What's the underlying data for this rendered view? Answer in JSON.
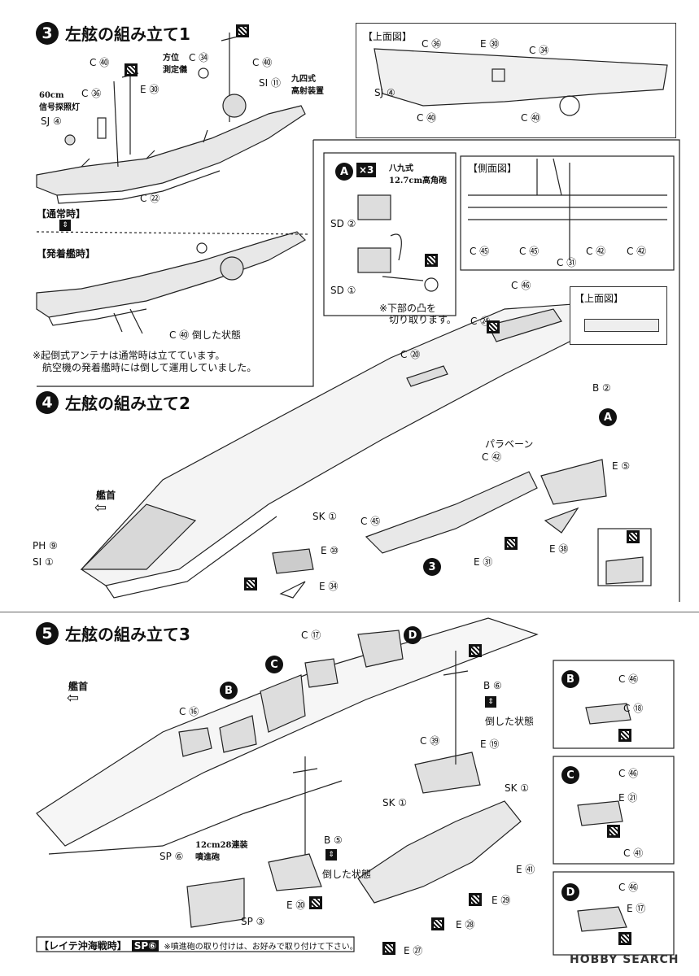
{
  "step3": {
    "number": "3",
    "title": "左舷の組み立て1",
    "labels": {
      "c40a": "C ㊵",
      "c36": "C ㊱",
      "e30": "E ㉚",
      "c34": "C ㉞",
      "c40b": "C ㊵",
      "houi": "方位\n測定儀",
      "lamp": "60cm\n信号探照灯",
      "sj4": "SJ ④",
      "c22": "C ㉒",
      "si11": "SI ⑪",
      "kyuyon": "九四式\n高射装置",
      "c40c": "C ㊵ 倒した状態"
    },
    "normal": "【通常時】",
    "launch": "【発着艦時】",
    "note": "※起倒式アンテナは通常時は立てています。\n　航空機の発着艦時には倒して運用していました。"
  },
  "topview": {
    "title": "【上面図】",
    "labels": {
      "c36": "C ㊱",
      "e30": "E ㉚",
      "c34": "C ㉞",
      "sj4": "SJ ④",
      "c40a": "C ㊵",
      "c40b": "C ㊵"
    }
  },
  "subA": {
    "letter": "A",
    "times": "×3",
    "name": "八九式\n12.7cm高角砲",
    "sd2": "SD ②",
    "sd1": "SD ①",
    "note": "※下部の凸を\n　切り取ります。"
  },
  "sideview": {
    "title": "【側面図】",
    "c45a": "C ㊺",
    "c45b": "C ㊺",
    "c42a": "C ㊷",
    "c42b": "C ㊷",
    "c31": "C ㉛"
  },
  "step4": {
    "number": "4",
    "title": "左舷の組み立て2",
    "labels": {
      "c46": "C ㊻",
      "c24": "C ㉔",
      "topview": "【上面図】",
      "c20": "C ⑳",
      "b2": "B ②",
      "a": "A",
      "parabane": "パラベーン",
      "c42": "C ㊷",
      "e5": "E ⑤",
      "kanshu": "艦首",
      "sk1": "SK ①",
      "c45": "C ㊺",
      "e10": "E ⑩",
      "e34": "E ㉞",
      "ph9": "PH ⑨",
      "si1": "SI ①",
      "e31": "E ㉛",
      "e38": "E ㊳",
      "sub3": "3"
    }
  },
  "step5": {
    "number": "5",
    "title": "左舷の組み立て3",
    "labels": {
      "c17": "C ⑰",
      "d": "D",
      "c": "C",
      "b": "B",
      "c16": "C ⑯",
      "b6": "B ⑥",
      "b6state": "倒した状態",
      "c39": "C ㊴",
      "e19": "E ⑲",
      "sk1a": "SK ①",
      "sk1b": "SK ①",
      "kanshu": "艦首",
      "rocket": "12cm28連装\n噴進砲",
      "sp6": "SP ⑥",
      "sp3": "SP ③",
      "b5": "B ⑤",
      "b5state": "倒した状態",
      "e20": "E ⑳",
      "e41": "E ㊶",
      "e29": "E ㉙",
      "e28": "E ㉘",
      "e27": "E ㉗"
    },
    "footer_tag": "【レイテ沖海戦時】",
    "footer_part": "SP⑥",
    "footer_note": "※噴進砲の取り付けは、お好みで取り付けて下さい。"
  },
  "subB": {
    "letter": "B",
    "c46": "C ㊻",
    "c18": "C ⑱"
  },
  "subC": {
    "letter": "C",
    "c46": "C ㊻",
    "e21": "E ㉑",
    "c41": "C ㊶"
  },
  "subD": {
    "letter": "D",
    "c46": "C ㊻",
    "e17": "E ⑰"
  },
  "watermark": "HOBBY SEARCH"
}
